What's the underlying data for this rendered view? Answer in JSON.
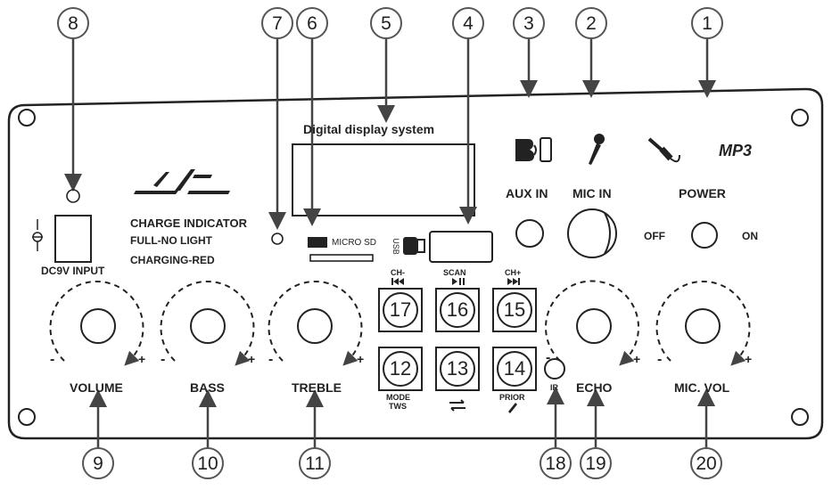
{
  "header": {
    "title": "Digital display system"
  },
  "callout_numbers": [
    "1",
    "2",
    "3",
    "4",
    "5",
    "6",
    "7",
    "8",
    "9",
    "10",
    "11",
    "12",
    "13",
    "14",
    "15",
    "16",
    "17",
    "18",
    "19",
    "20"
  ],
  "left_labels": {
    "dc_input": "DC9V INPUT",
    "charge_title": "CHARGE INDICATOR",
    "charge_full": "FULL-NO LIGHT",
    "charge_charging": "CHARGING-RED"
  },
  "sd": {
    "label": "MICRO SD"
  },
  "usb": {
    "label": "USB"
  },
  "top_right": {
    "aux_in": "AUX IN",
    "mic_in": "MIC IN",
    "power": "POWER",
    "off": "OFF",
    "on": "ON",
    "mp3": "MP3"
  },
  "knobs": {
    "volume": "VOLUME",
    "bass": "BASS",
    "treble": "TREBLE",
    "echo": "ECHO",
    "mic_vol": "MIC. VOL",
    "minus": "-",
    "plus": "+"
  },
  "buttons": {
    "b17": "17",
    "b16": "16",
    "b15": "15",
    "b12": "12",
    "b13": "13",
    "b14": "14",
    "ch_minus": "CH-",
    "scan": "SCAN",
    "ch_plus": "CH+",
    "mode": "MODE",
    "tws": "TWS",
    "prior": "PRIOR"
  },
  "ir": {
    "label": "IR"
  },
  "colors": {
    "line": "#444444",
    "callout_stroke": "#555555",
    "panel": "#222222"
  }
}
